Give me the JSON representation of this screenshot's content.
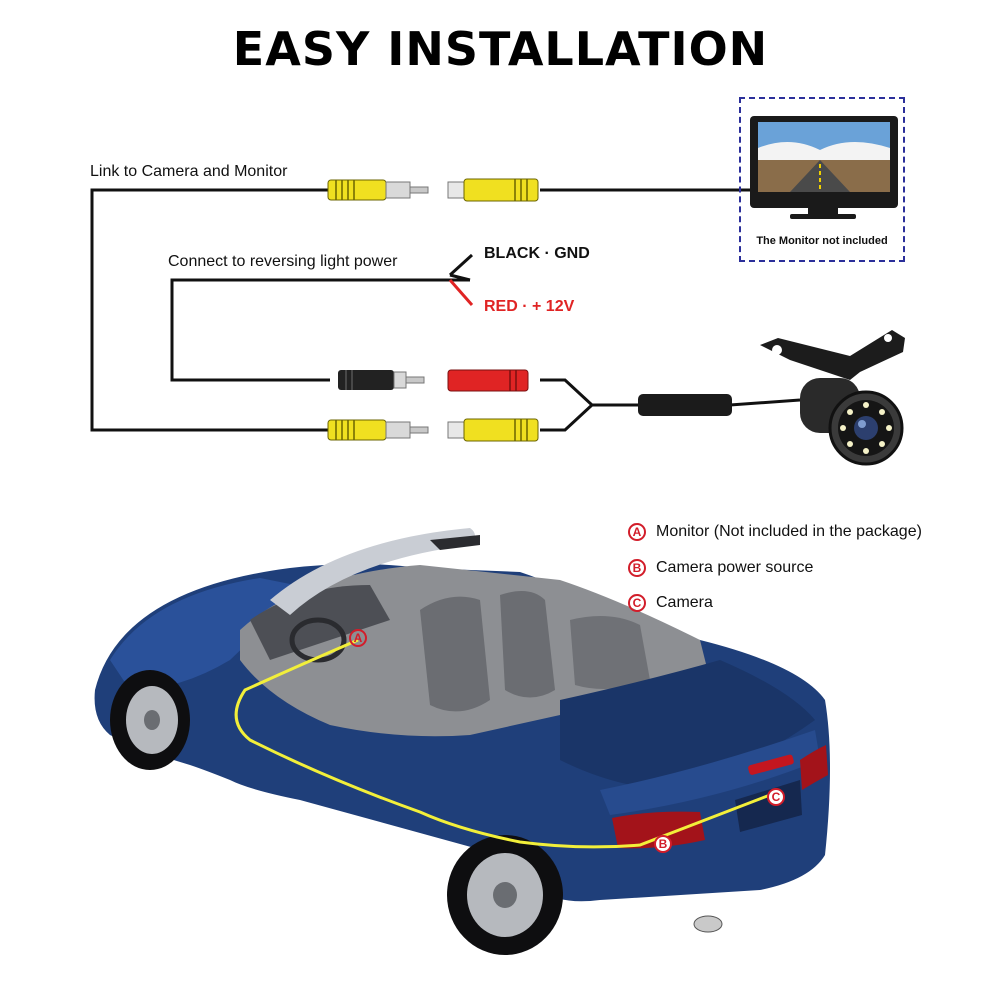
{
  "title": "EASY INSTALLATION",
  "wiring": {
    "video_label": "Link to Camera and Monitor",
    "power_label": "Connect to reversing light power",
    "black_wire": "BLACK · GND",
    "red_wire": "RED · + 12V",
    "monitor_note": "The  Monitor not included"
  },
  "legend": [
    {
      "badge": "A",
      "text": "Monitor (Not included in the package)"
    },
    {
      "badge": "B",
      "text": "Camera power source"
    },
    {
      "badge": "C",
      "text": "Camera"
    }
  ],
  "car_markers": [
    "A",
    "B",
    "C"
  ],
  "colors": {
    "rca_yellow": "#f0e020",
    "rca_red": "#e02424",
    "wire": "#111111",
    "red_wire": "#e02424",
    "car_body": "#1f3f7a",
    "route_line": "#f2ef3a",
    "marker": "#d21d2a",
    "monitor_frame": "#2b2f9a"
  }
}
